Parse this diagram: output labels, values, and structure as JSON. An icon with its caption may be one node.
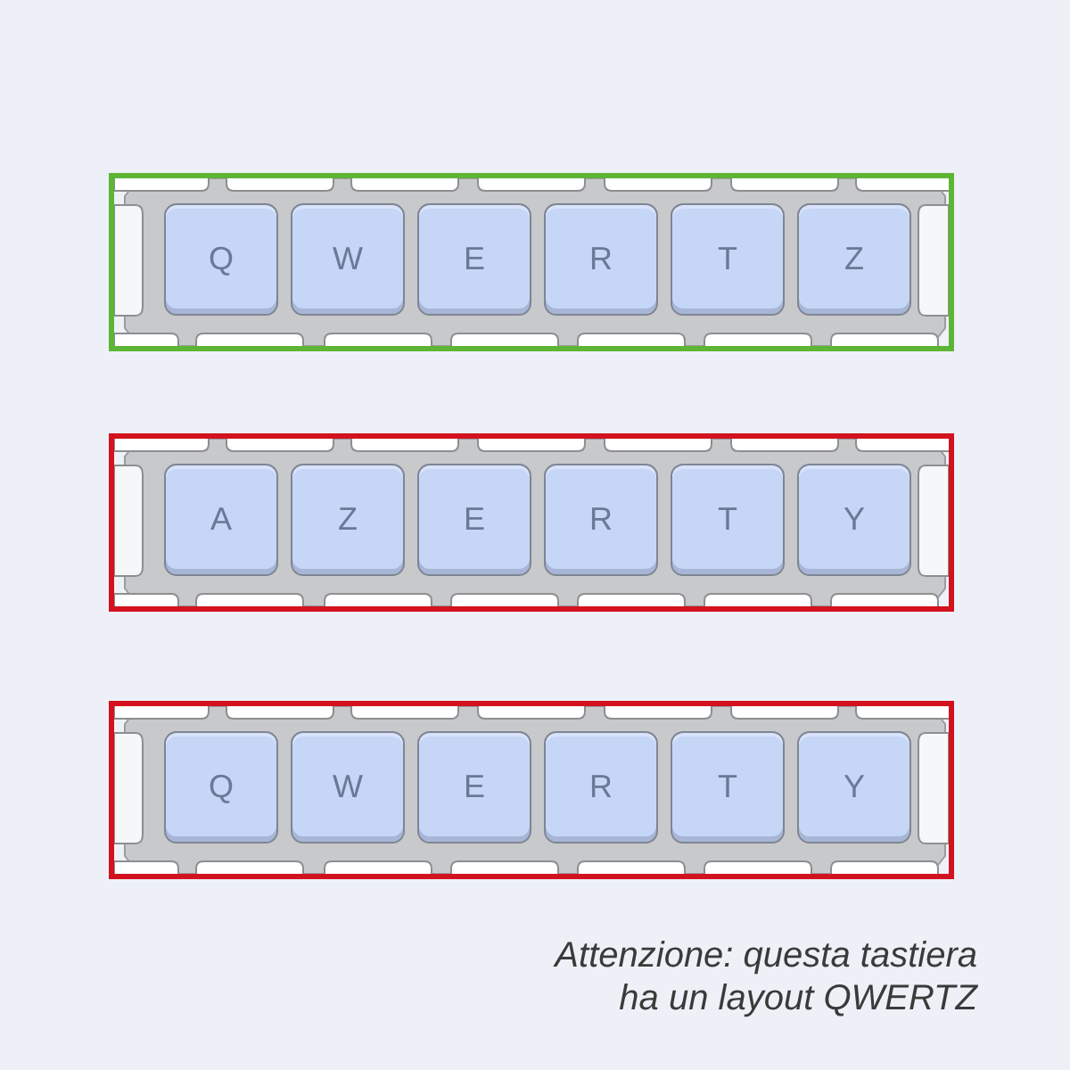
{
  "diagram": {
    "nodes": [
      {
        "text": [],
        "shape": "box"
      },
      {
        "text": [
          "Q"
        ],
        "in": 0
      },
      {
        "text": [
          "W"
        ],
        "in": 0
      },
      {
        "text": [
          "E"
        ],
        "in": 0
      },
      {
        "text": [
          "R"
        ],
        "in": 0
      },
      {
        "text": [
          "T"
        ],
        "in": 0
      },
      {
        "text": [
          "Z"
        ],
        "in": 0
      },
      {
        "text": [],
        "shape": "box"
      },
      {
        "text": [
          "A"
        ],
        "in": 7
      },
      {
        "text": [
          "Z"
        ],
        "in": 7
      },
      {
        "text": [
          "E"
        ],
        "in": 7
      },
      {
        "text": [
          "R"
        ],
        "in": 7
      },
      {
        "text": [
          "T"
        ],
        "in": 7
      },
      {
        "text": [
          "Y"
        ],
        "in": 7
      },
      {
        "text": [],
        "shape": "box"
      },
      {
        "text": [
          "Q"
        ],
        "in": 14
      },
      {
        "text": [
          "W"
        ],
        "in": 14
      },
      {
        "text": [
          "E"
        ],
        "in": 14
      },
      {
        "text": [
          "R"
        ],
        "in": 14
      },
      {
        "text": [
          "T"
        ],
        "in": 14
      },
      {
        "text": [
          "Y"
        ],
        "in": 14
      }
    ],
    "caption": "Attenzione: questa tastiera ha un layout QWERTZ"
  }
}
